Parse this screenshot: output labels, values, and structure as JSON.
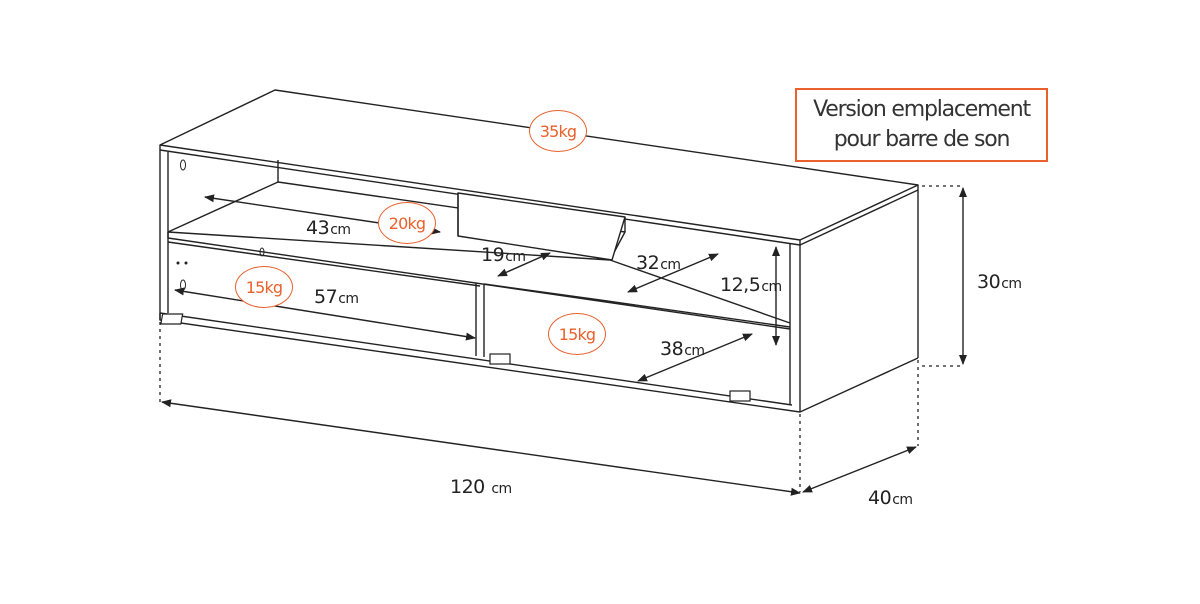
{
  "note": {
    "line1": "Version emplacement",
    "line2": "pour barre de son"
  },
  "weights": {
    "top": "35kg",
    "upper_shelf": "20kg",
    "left_compartment": "15kg",
    "right_compartment": "15kg"
  },
  "dimensions": {
    "width_value": "120",
    "width_unit": "cm",
    "depth_value": "40",
    "depth_unit": "cm",
    "height_value": "30",
    "height_unit": "cm",
    "shelf_width_value": "43",
    "shelf_width_unit": "cm",
    "soundbar_depth_value": "19",
    "soundbar_depth_unit": "cm",
    "side_depth_value": "32",
    "side_depth_unit": "cm",
    "clearance_value": "12,5",
    "clearance_unit": "cm",
    "left_comp_width_value": "57",
    "left_comp_width_unit": "cm",
    "right_comp_depth_value": "38",
    "right_comp_depth_unit": "cm"
  },
  "colors": {
    "accent": "#e8602c",
    "line": "#222222"
  }
}
